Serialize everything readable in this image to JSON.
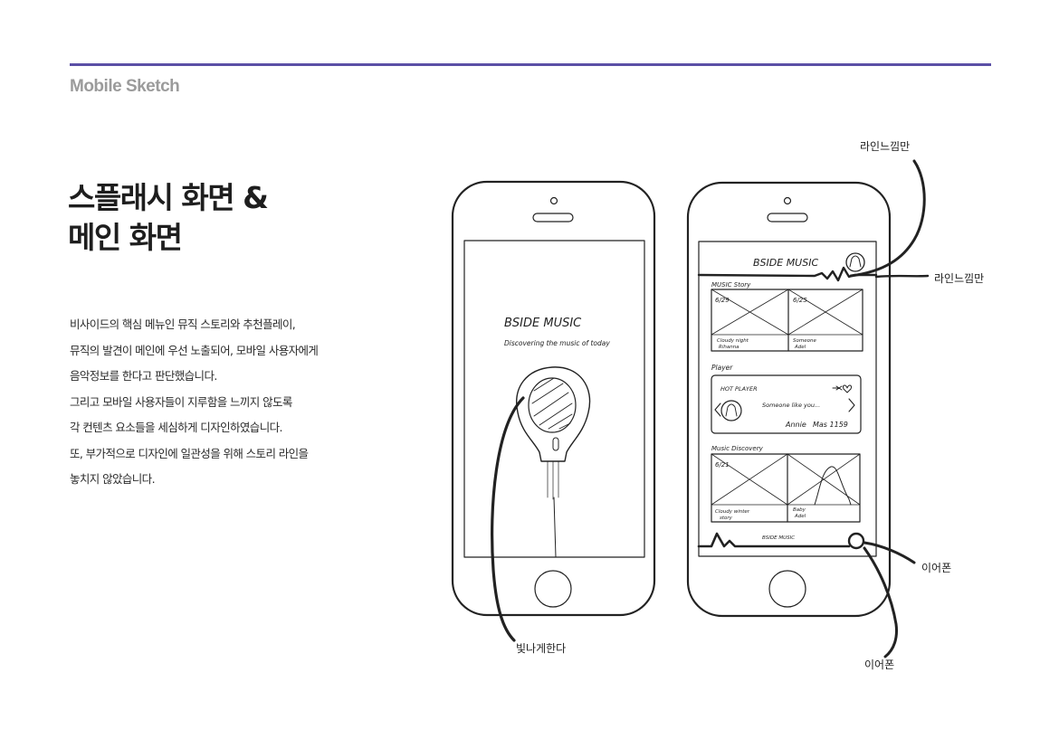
{
  "header": {
    "section_label": "Mobile Sketch"
  },
  "title": {
    "line1": "스플래시 화면 &",
    "line2": "메인 화면"
  },
  "description": [
    "비사이드의 핵심 메뉴인 뮤직 스토리와 추천플레이,",
    "뮤직의 발견이 메인에 우선 노출되어, 모바일 사용자에게",
    "음악정보를 한다고 판단했습니다.",
    "그리고 모바일 사용자들이 지루함을 느끼지 않도록",
    "각 컨텐츠 요소들을 세심하게 디자인하였습니다.",
    "또, 부가적으로 디자인에 일관성을 위해 스토리 라인을",
    "놓치지 않았습니다."
  ],
  "splash": {
    "brand": "BSIDE MUSIC",
    "tagline": "Discovering the music of today"
  },
  "main_screen": {
    "brand": "BSIDE MUSIC",
    "story_label": "MUSIC Story",
    "story_cards": [
      {
        "date": "6/29",
        "caption1": "Cloudy night",
        "caption2": "Rihanna"
      },
      {
        "date": "6/25",
        "caption1": "Someone",
        "caption2": "Adel"
      }
    ],
    "player_label": "Player",
    "player_title": "HOT PLAYER",
    "player_song": "Someone like you...",
    "player_artist": "Annie",
    "player_count": "Mas 1159",
    "discovery_label": "Music Discovery",
    "discovery_cards": [
      {
        "date": "6/21",
        "caption1": "Cloudy winter",
        "caption2": "story"
      },
      {
        "date": "",
        "caption1": "Baby",
        "caption2": "Adel"
      }
    ],
    "footer_brand": "BSIDE MUSIC"
  },
  "annotations": {
    "line_top": "라인느낌만",
    "line_right": "라인느낌만",
    "earphone_right": "이어폰",
    "earphone_bottom": "이어폰",
    "glow": "빛나게한다"
  },
  "colors": {
    "accent": "#5b4fa6",
    "label_gray": "#9b9b9b",
    "ink": "#222222"
  }
}
